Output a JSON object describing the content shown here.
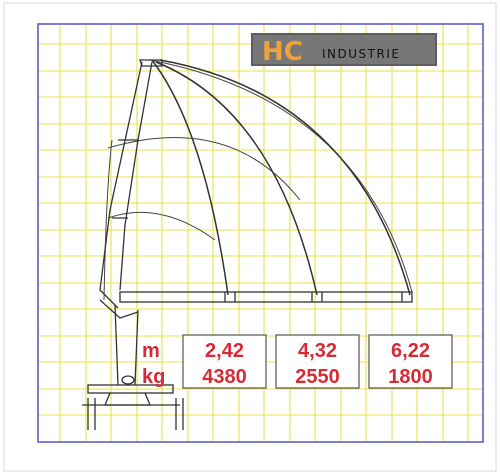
{
  "logo": {
    "text": "INDUSTRIE",
    "brand_initials": "HC"
  },
  "units": {
    "distance": "m",
    "load": "kg"
  },
  "load_table": [
    {
      "distance": "2,42",
      "load": "4380"
    },
    {
      "distance": "4,32",
      "load": "2550"
    },
    {
      "distance": "6,22",
      "load": "1800"
    }
  ],
  "colors": {
    "frame": "#5b5fc7",
    "grid": "#ece04a",
    "accent_red": "#d62b35",
    "crane_line": "#444444"
  }
}
